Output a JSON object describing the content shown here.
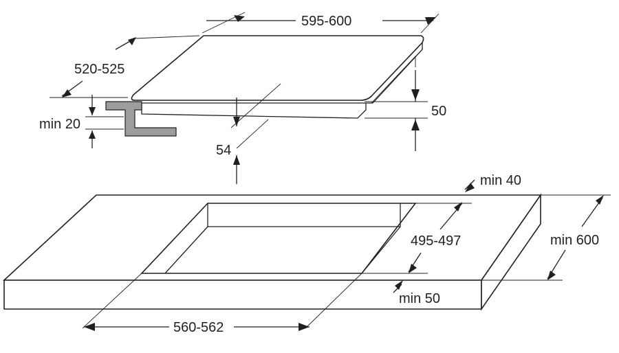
{
  "hob": {
    "width_label": "595-600",
    "depth_label": "520-525",
    "height_label": "50",
    "cutout_depth_label": "54",
    "clamp_label": "min 20"
  },
  "worktop": {
    "edge_back_label": "min 40",
    "cutout_depth_label": "495-497",
    "worktop_depth_label": "min 600",
    "edge_front_label": "min 50",
    "cutout_width_label": "560-562"
  },
  "colors": {
    "line": "#231f20",
    "clamp": "#9d9d9d",
    "background": "#ffffff"
  }
}
